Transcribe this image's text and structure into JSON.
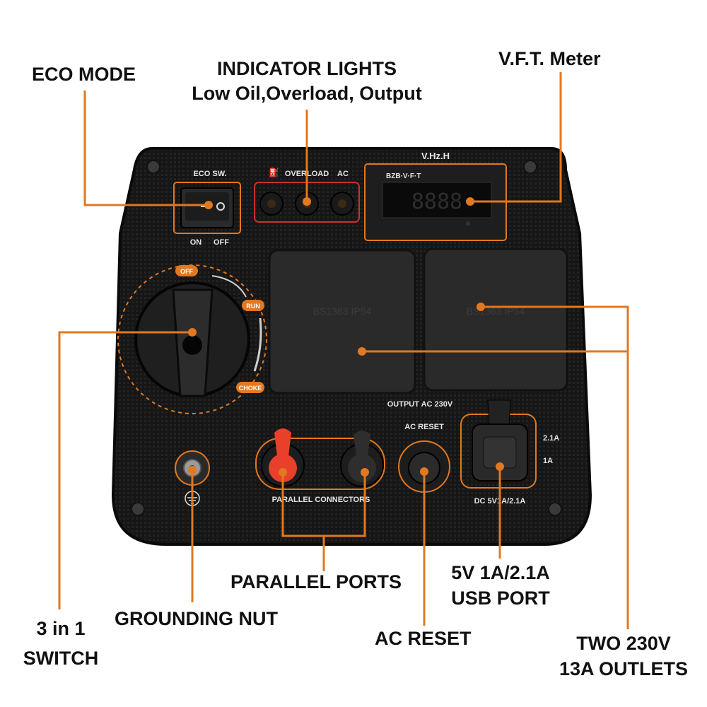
{
  "callouts": {
    "eco_mode": "ECO MODE",
    "indicator_lights_1": "INDICATOR LIGHTS",
    "indicator_lights_2": "Low Oil,Overload, Output",
    "vft_meter": "V.F.T. Meter",
    "switch_1": "3 in 1",
    "switch_2": "SWITCH",
    "grounding_nut": "GROUNDING NUT",
    "parallel_ports": "PARALLEL PORTS",
    "usb_1": "5V 1A/2.1A",
    "usb_2": "USB PORT",
    "ac_reset": "AC RESET",
    "outlets_1": "TWO 230V",
    "outlets_2": "13A OUTLETS"
  },
  "panel": {
    "eco_sw": "ECO SW.",
    "on": "ON",
    "off": "OFF",
    "overload": "OVERLOAD",
    "ac": "AC",
    "meter_header": "V.Hz.H",
    "meter_brand": "BZB·V·F·T",
    "meter_digits": "8888",
    "dial_off": "OFF",
    "dial_run": "RUN",
    "dial_choke": "CHOKE",
    "output_ac": "OUTPUT AC 230V",
    "ac_reset": "AC RESET",
    "parallel_connectors": "PARALLEL CONNECTORS",
    "usb_21a": "2.1A",
    "usb_1a": "1A",
    "dc_label": "DC 5V1A/2.1A",
    "outlet_1_text": "BS1363 IP54",
    "outlet_2_text": "BS1363 IP54"
  },
  "colors": {
    "accent": "#e2781f",
    "panel": "#141414",
    "red_cap": "#e8402a"
  }
}
